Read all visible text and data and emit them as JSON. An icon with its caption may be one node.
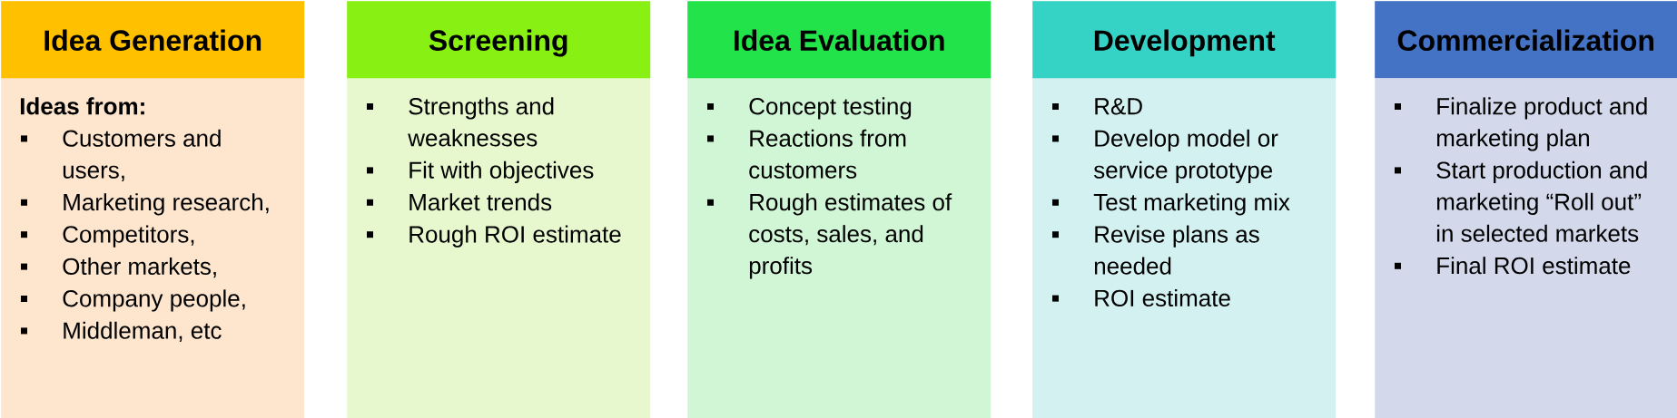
{
  "diagram": {
    "nodes": [
      {
        "text": [
          "Idea Generation",
          "Ideas from:",
          "Customers and users,",
          "Marketing research,",
          "Competitors,",
          "Other markets,",
          "Company people,",
          "Middleman, etc"
        ]
      },
      {
        "text": [
          "Screening",
          "Strengths and weaknesses",
          "Fit with objectives",
          "Market trends",
          "Rough ROI estimate"
        ]
      },
      {
        "text": [
          "Idea Evaluation",
          "Concept testing",
          "Reactions from customers",
          "Rough estimates of costs, sales, and profits"
        ]
      },
      {
        "text": [
          "Development",
          "R&D",
          "Develop model or service prototype",
          "Test marketing mix",
          "Revise plans as needed",
          "ROI estimate"
        ]
      },
      {
        "text": [
          "Commercialization",
          "Finalize product and marketing plan",
          "Start production and marketing “Roll out” in selected markets",
          "Final ROI estimate"
        ]
      }
    ]
  }
}
